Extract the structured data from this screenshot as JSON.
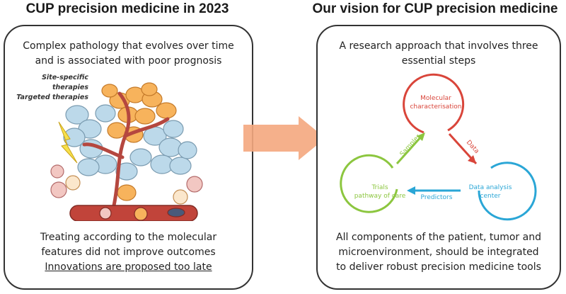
{
  "left": {
    "heading": "CUP precision medicine in 2023",
    "intro_line1": "Complex pathology that evolves over time",
    "intro_line2": "and is associated with poor prognosis",
    "therapy_label1": "Site-specific therapies",
    "therapy_label2": "Targeted therapies",
    "outro_line1": "Treating according to the molecular",
    "outro_line2": "features did not improve outcomes",
    "outro_line3": "Innovations are proposed too late"
  },
  "right": {
    "heading": "Our vision for CUP precision medicine",
    "intro_line1": "A research approach that involves three",
    "intro_line2": "essential steps",
    "node_molecular_1": "Molecular",
    "node_molecular_2": "characterisation",
    "node_data_1": "Data analysis",
    "node_data_2": "center",
    "node_trials_1": "Trials",
    "node_trials_2": "pathway of care",
    "edge_data": "Data",
    "edge_predictors": "Predictors",
    "edge_samples": "Samples",
    "outro_line1": "All components of the patient, tumor and",
    "outro_line2": "microenvironment, should be integrated",
    "outro_line3": "to deliver robust precision medicine tools"
  },
  "colors": {
    "molecular": "#d9453a",
    "data_analysis": "#2aa6d6",
    "trials": "#8cc63f",
    "arrow": "#f4a77e"
  }
}
